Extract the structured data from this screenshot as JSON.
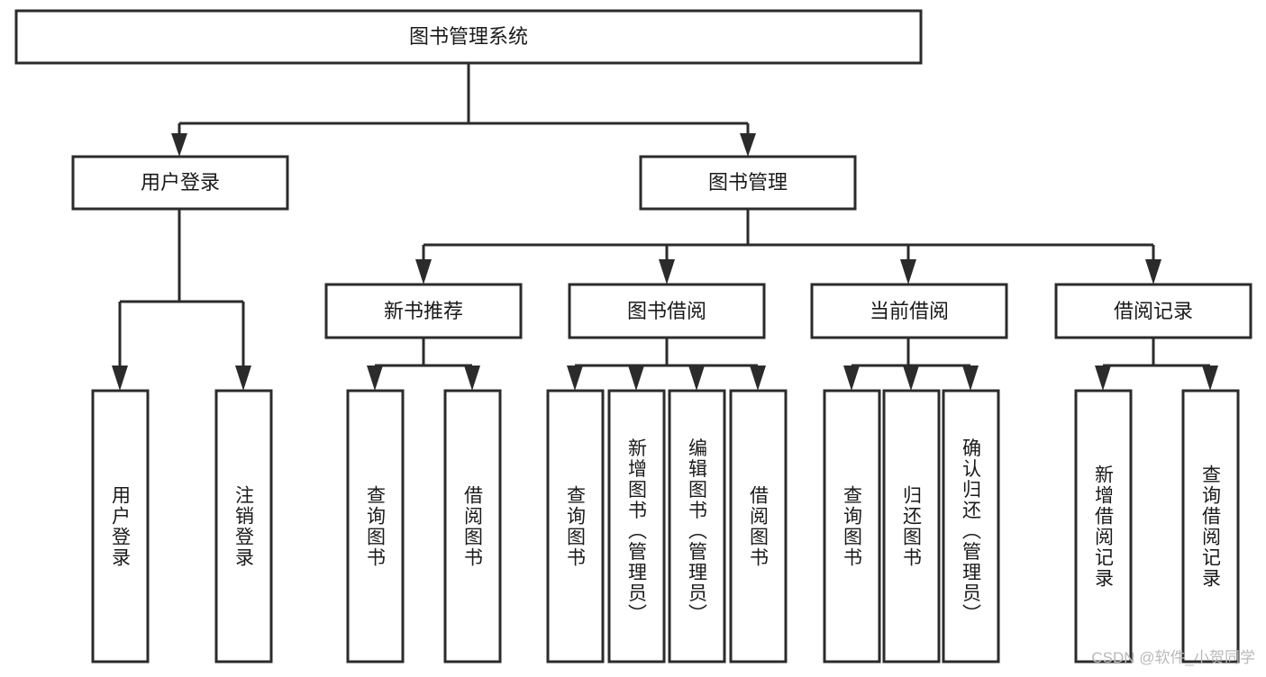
{
  "diagram": {
    "type": "hierarchy-tree",
    "title": "图书管理系统",
    "watermark": "CSDN @软件_小贺同学",
    "colors": {
      "background": "#ffffff",
      "box_fill": "#ffffff",
      "box_stroke": "#2b2b2b",
      "text": "#1a1a1a",
      "watermark": "#b9b9b9"
    },
    "root": {
      "label": "图书管理系统"
    },
    "level2": [
      {
        "label": "用户登录"
      },
      {
        "label": "图书管理"
      }
    ],
    "level3": [
      {
        "label": "新书推荐"
      },
      {
        "label": "图书借阅"
      },
      {
        "label": "当前借阅"
      },
      {
        "label": "借阅记录"
      }
    ],
    "leaves": {
      "user_login": [
        {
          "label": "用户登录"
        },
        {
          "label": "注销登录"
        }
      ],
      "new_book_recommend": [
        {
          "label": "查询图书"
        },
        {
          "label": "借阅图书"
        }
      ],
      "book_borrow": [
        {
          "label": "查询图书"
        },
        {
          "label": "新增图书（管理员）"
        },
        {
          "label": "编辑图书（管理员）"
        },
        {
          "label": "借阅图书"
        }
      ],
      "current_borrow": [
        {
          "label": "查询图书"
        },
        {
          "label": "归还图书"
        },
        {
          "label": "确认归还（管理员）"
        }
      ],
      "borrow_record": [
        {
          "label": "新增借阅记录"
        },
        {
          "label": "查询借阅记录"
        }
      ]
    }
  }
}
